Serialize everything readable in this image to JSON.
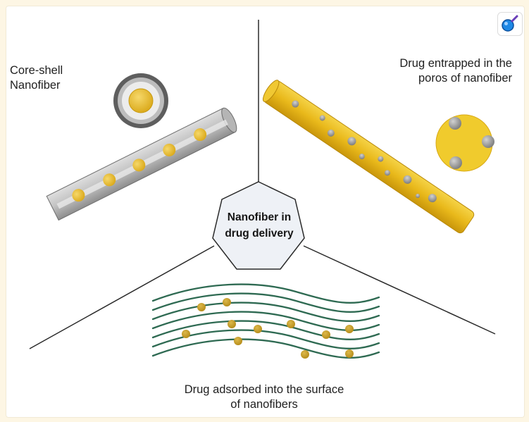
{
  "center": {
    "line1": "Nanofiber in",
    "line2": "drug delivery"
  },
  "core_shell": {
    "line1": "Core-shell",
    "line2": "Nanofiber"
  },
  "entrapped": {
    "line1": "Drug entrapped in the",
    "line2": "poros of nanofiber"
  },
  "adsorbed": {
    "line1": "Drug adsorbed into the surface",
    "line2": "of nanofibers"
  },
  "colors": {
    "drug_gold": "#e6b81f",
    "shell_gray": "#8a8a8a",
    "pore_gray": "#9a9a9a",
    "fiber_green": "#2e6a52",
    "divider": "#2a2a2a",
    "badge_blue": "#1e88e5"
  },
  "icons": [
    "search-magnifier-icon"
  ]
}
